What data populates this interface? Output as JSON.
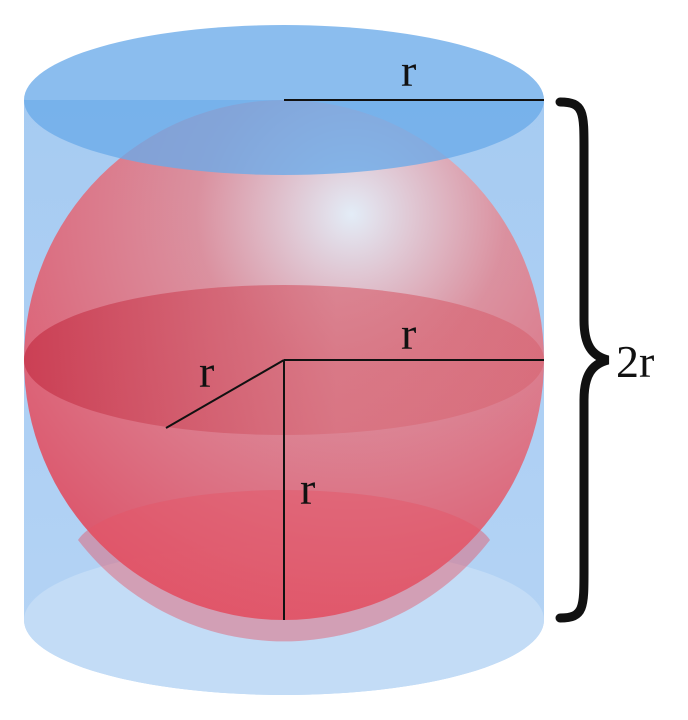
{
  "labels": {
    "top_radius": "r",
    "equator_radius": "r",
    "depth_radius": "r",
    "vertical_radius": "r",
    "height": "2r"
  },
  "colors": {
    "cylinder": "#a9cdf3",
    "cylinder_top": "#7ab4ec",
    "cylinder_bottom": "#c3dcf6",
    "sphere": "#e0475c",
    "sphere_highlight": "#e6eef7",
    "equator": "#c8394e",
    "ink": "#111111"
  }
}
